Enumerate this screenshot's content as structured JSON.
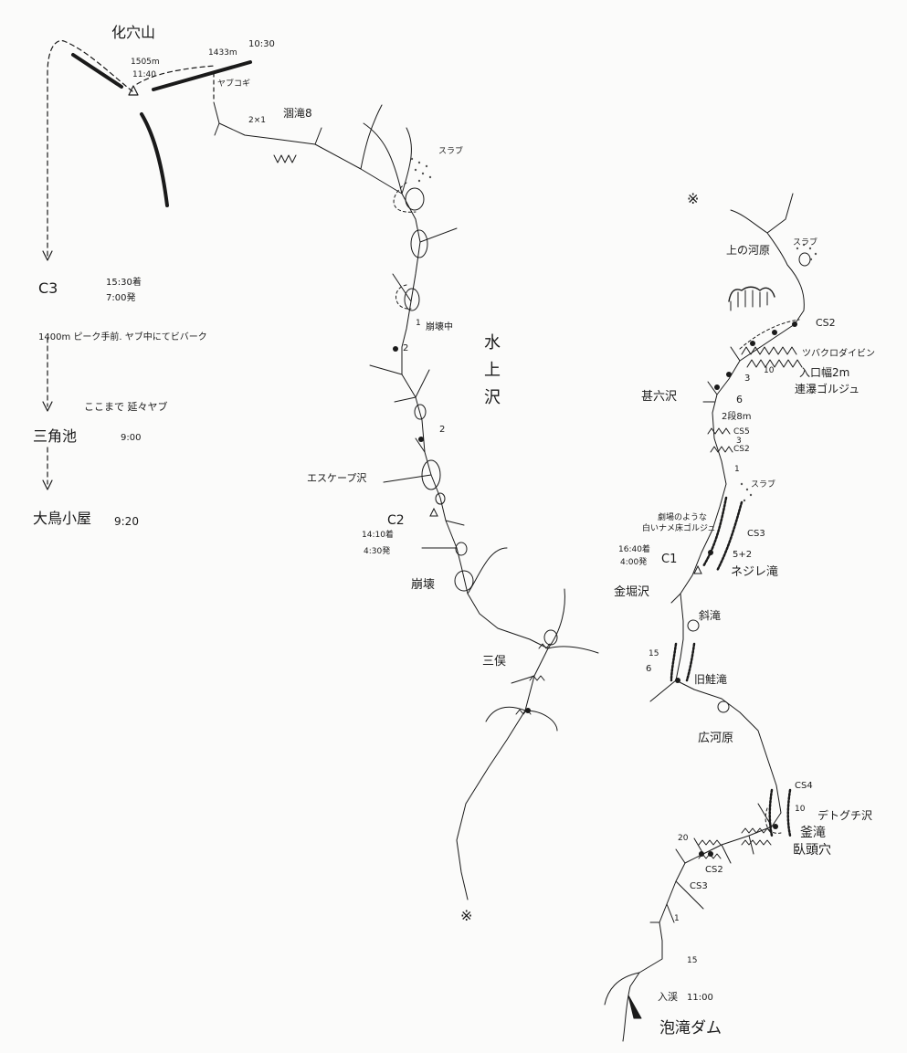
{
  "upper_left": {
    "peak": "化穴山",
    "peak_elev": "1505m",
    "peak_time": "11:40",
    "ridge_elev": "1433m",
    "ridge_time": "10:30",
    "yabu": "ヤブコギ",
    "c3": "C3",
    "c3_arrive": "15:30着",
    "c3_depart": "7:00発",
    "bivouac_note": "1400m ピーク手前. ヤブ中にてビバーク",
    "yabu_note": "ここまで 延々ヤブ",
    "pond": "三角池",
    "pond_time": "9:00",
    "hut": "大鳥小屋",
    "hut_time": "9:20"
  },
  "middle": {
    "fall_2x1": "2×1",
    "waterfall_8": "涸滝8",
    "slab_top": "スラブ",
    "num_1a": "1",
    "collapse_in": "崩壊中",
    "num_2a": "2",
    "stream_name": "水上沢",
    "num_2b": "2",
    "escape": "エスケープ沢",
    "c2": "C2",
    "c2_arrive": "14:10着",
    "c2_depart": "4:30発",
    "collapse": "崩壊",
    "mitsumata": "三俣",
    "continue_mark": "※"
  },
  "right": {
    "continue_mark": "※",
    "kami_kawara": "上の河原",
    "slab_a": "スラブ",
    "cs2_top": "CS2",
    "tsubakuro": "ツバクロダイビン",
    "num_3": "3",
    "num_10a": "10",
    "entrance_width": "入口幅2m",
    "continuous_gorge": "連瀑ゴルジュ",
    "jinroku": "甚六沢",
    "num_6a": "6",
    "fall_2tier": "2段8m",
    "cs5": "CS5",
    "num_3b": "3",
    "cs2_mid": "CS2",
    "fall_1": "1",
    "slab_b": "スラブ",
    "theatre_gorge_1": "劇場のような",
    "theatre_gorge_2": "白いナメ床ゴルジュ",
    "cs3_mid": "CS3",
    "c1_arrive": "16:40着",
    "c1_depart": "4:00発",
    "c1": "C1",
    "fall_5_2": "5+2",
    "nejire": "ネジレ滝",
    "kanahori": "金堀沢",
    "naname": "斜滝",
    "num_15a": "15",
    "num_6b": "6",
    "kyu_taki": "旧鮭滝",
    "hiro_kawara": "広河原",
    "cs4": "CS4",
    "num_10b": "10",
    "detoguchi": "デトグチ沢",
    "kama_taki": "釜滝",
    "hole": "臥頭穴",
    "num_20": "20",
    "cs2_low": "CS2",
    "cs3_low": "CS3",
    "num_1b": "1",
    "num_15b": "15",
    "entry": "入渓",
    "entry_time": "11:00",
    "dam": "泡滝ダム"
  }
}
